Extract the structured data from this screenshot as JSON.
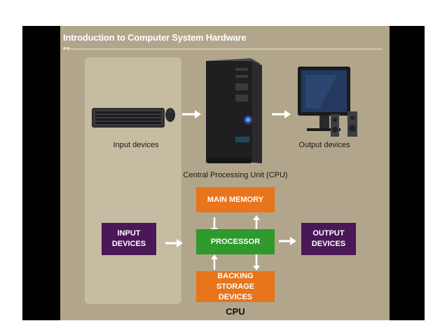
{
  "slide": {
    "title": "Introduction to Computer System Hardware"
  },
  "top_diagram": {
    "input_label": "Input devices",
    "cpu_label": "Central Processing Unit (CPU)",
    "output_label": "Output devices"
  },
  "block_diagram": {
    "main_memory": "MAIN MEMORY",
    "processor": "PROCESSOR",
    "backing_storage": "BACKING STORAGE DEVICES",
    "input_devices": "INPUT DEVICES",
    "output_devices": "OUTPUT DEVICES",
    "cpu_caption": "CPU"
  },
  "colors": {
    "slide_bg": "#b1a68b",
    "io_box": "#4a1757",
    "memory_box": "#e8741b",
    "processor_box": "#2f9a2b"
  }
}
